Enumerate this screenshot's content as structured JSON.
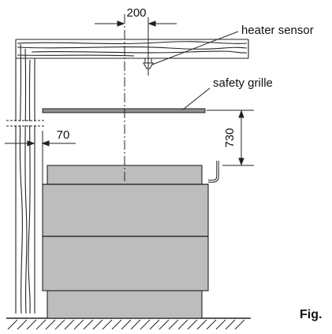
{
  "labels": {
    "heater_sensor": "heater sensor",
    "safety_grille": "safety grille",
    "figure": "Fig."
  },
  "dimensions": {
    "sensor_offset": "200",
    "wall_clearance": "70",
    "grille_height": "730"
  },
  "colors": {
    "line": "#222222",
    "grille_fill": "#8f8f8f",
    "heater_fill": "#bdbdbd",
    "background": "#ffffff"
  }
}
